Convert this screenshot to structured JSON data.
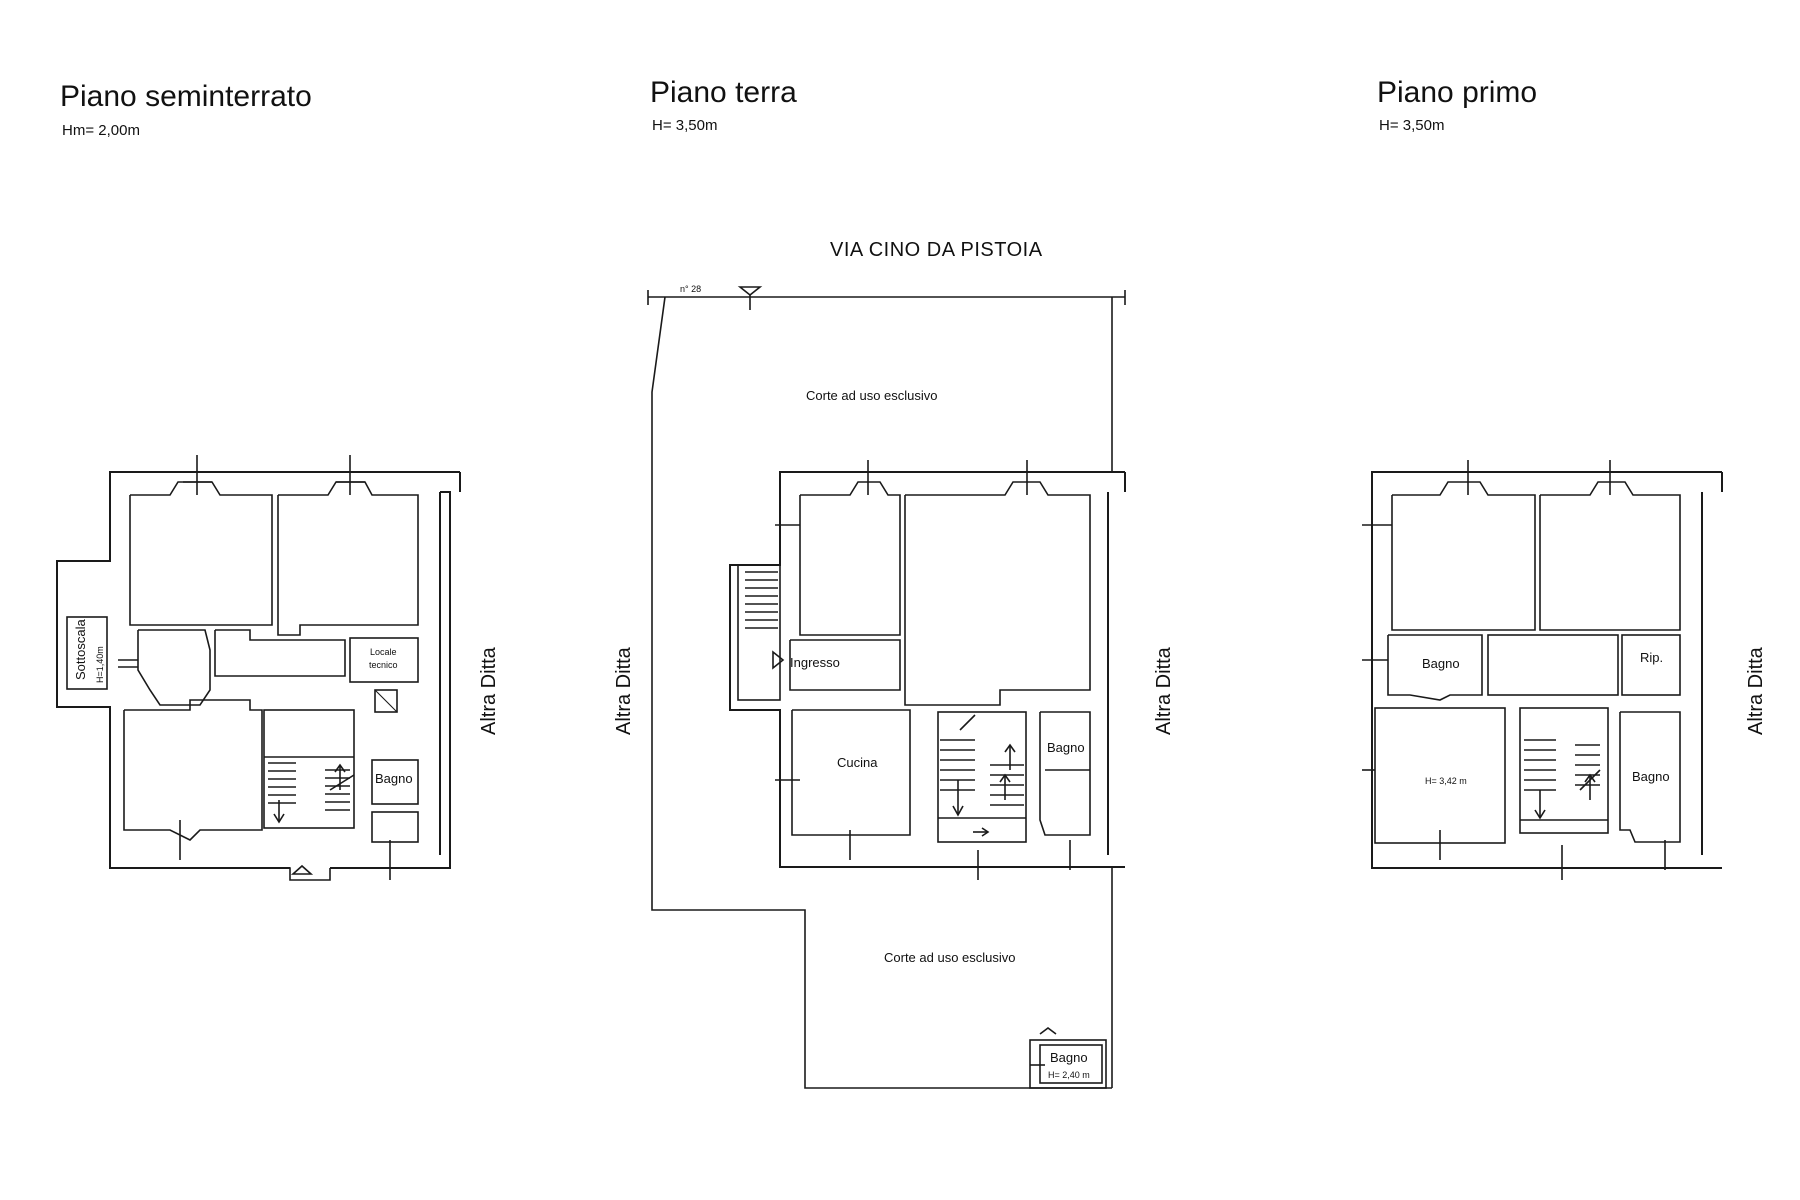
{
  "floors": {
    "basement": {
      "title": "Piano seminterrato",
      "height": "Hm= 2,00m"
    },
    "ground": {
      "title": "Piano terra",
      "height": "H= 3,50m"
    },
    "first": {
      "title": "Piano primo",
      "height": "H= 3,50m"
    }
  },
  "street": "VIA CINO DA PISTOIA",
  "civic_number": "n° 28",
  "labels": {
    "courtyard": "Corte ad uso esclusivo",
    "neighbor": "Altra Ditta",
    "understair": "Sottoscala",
    "understair_height": "H=1,40m",
    "technical_room_1": "Locale",
    "technical_room_2": "tecnico",
    "bathroom": "Bagno",
    "entrance": "Ingresso",
    "kitchen": "Cucina",
    "storage": "Rip.",
    "outdoor_bath_height": "H= 2,40 m",
    "first_room_height": "H= 3,42 m"
  }
}
